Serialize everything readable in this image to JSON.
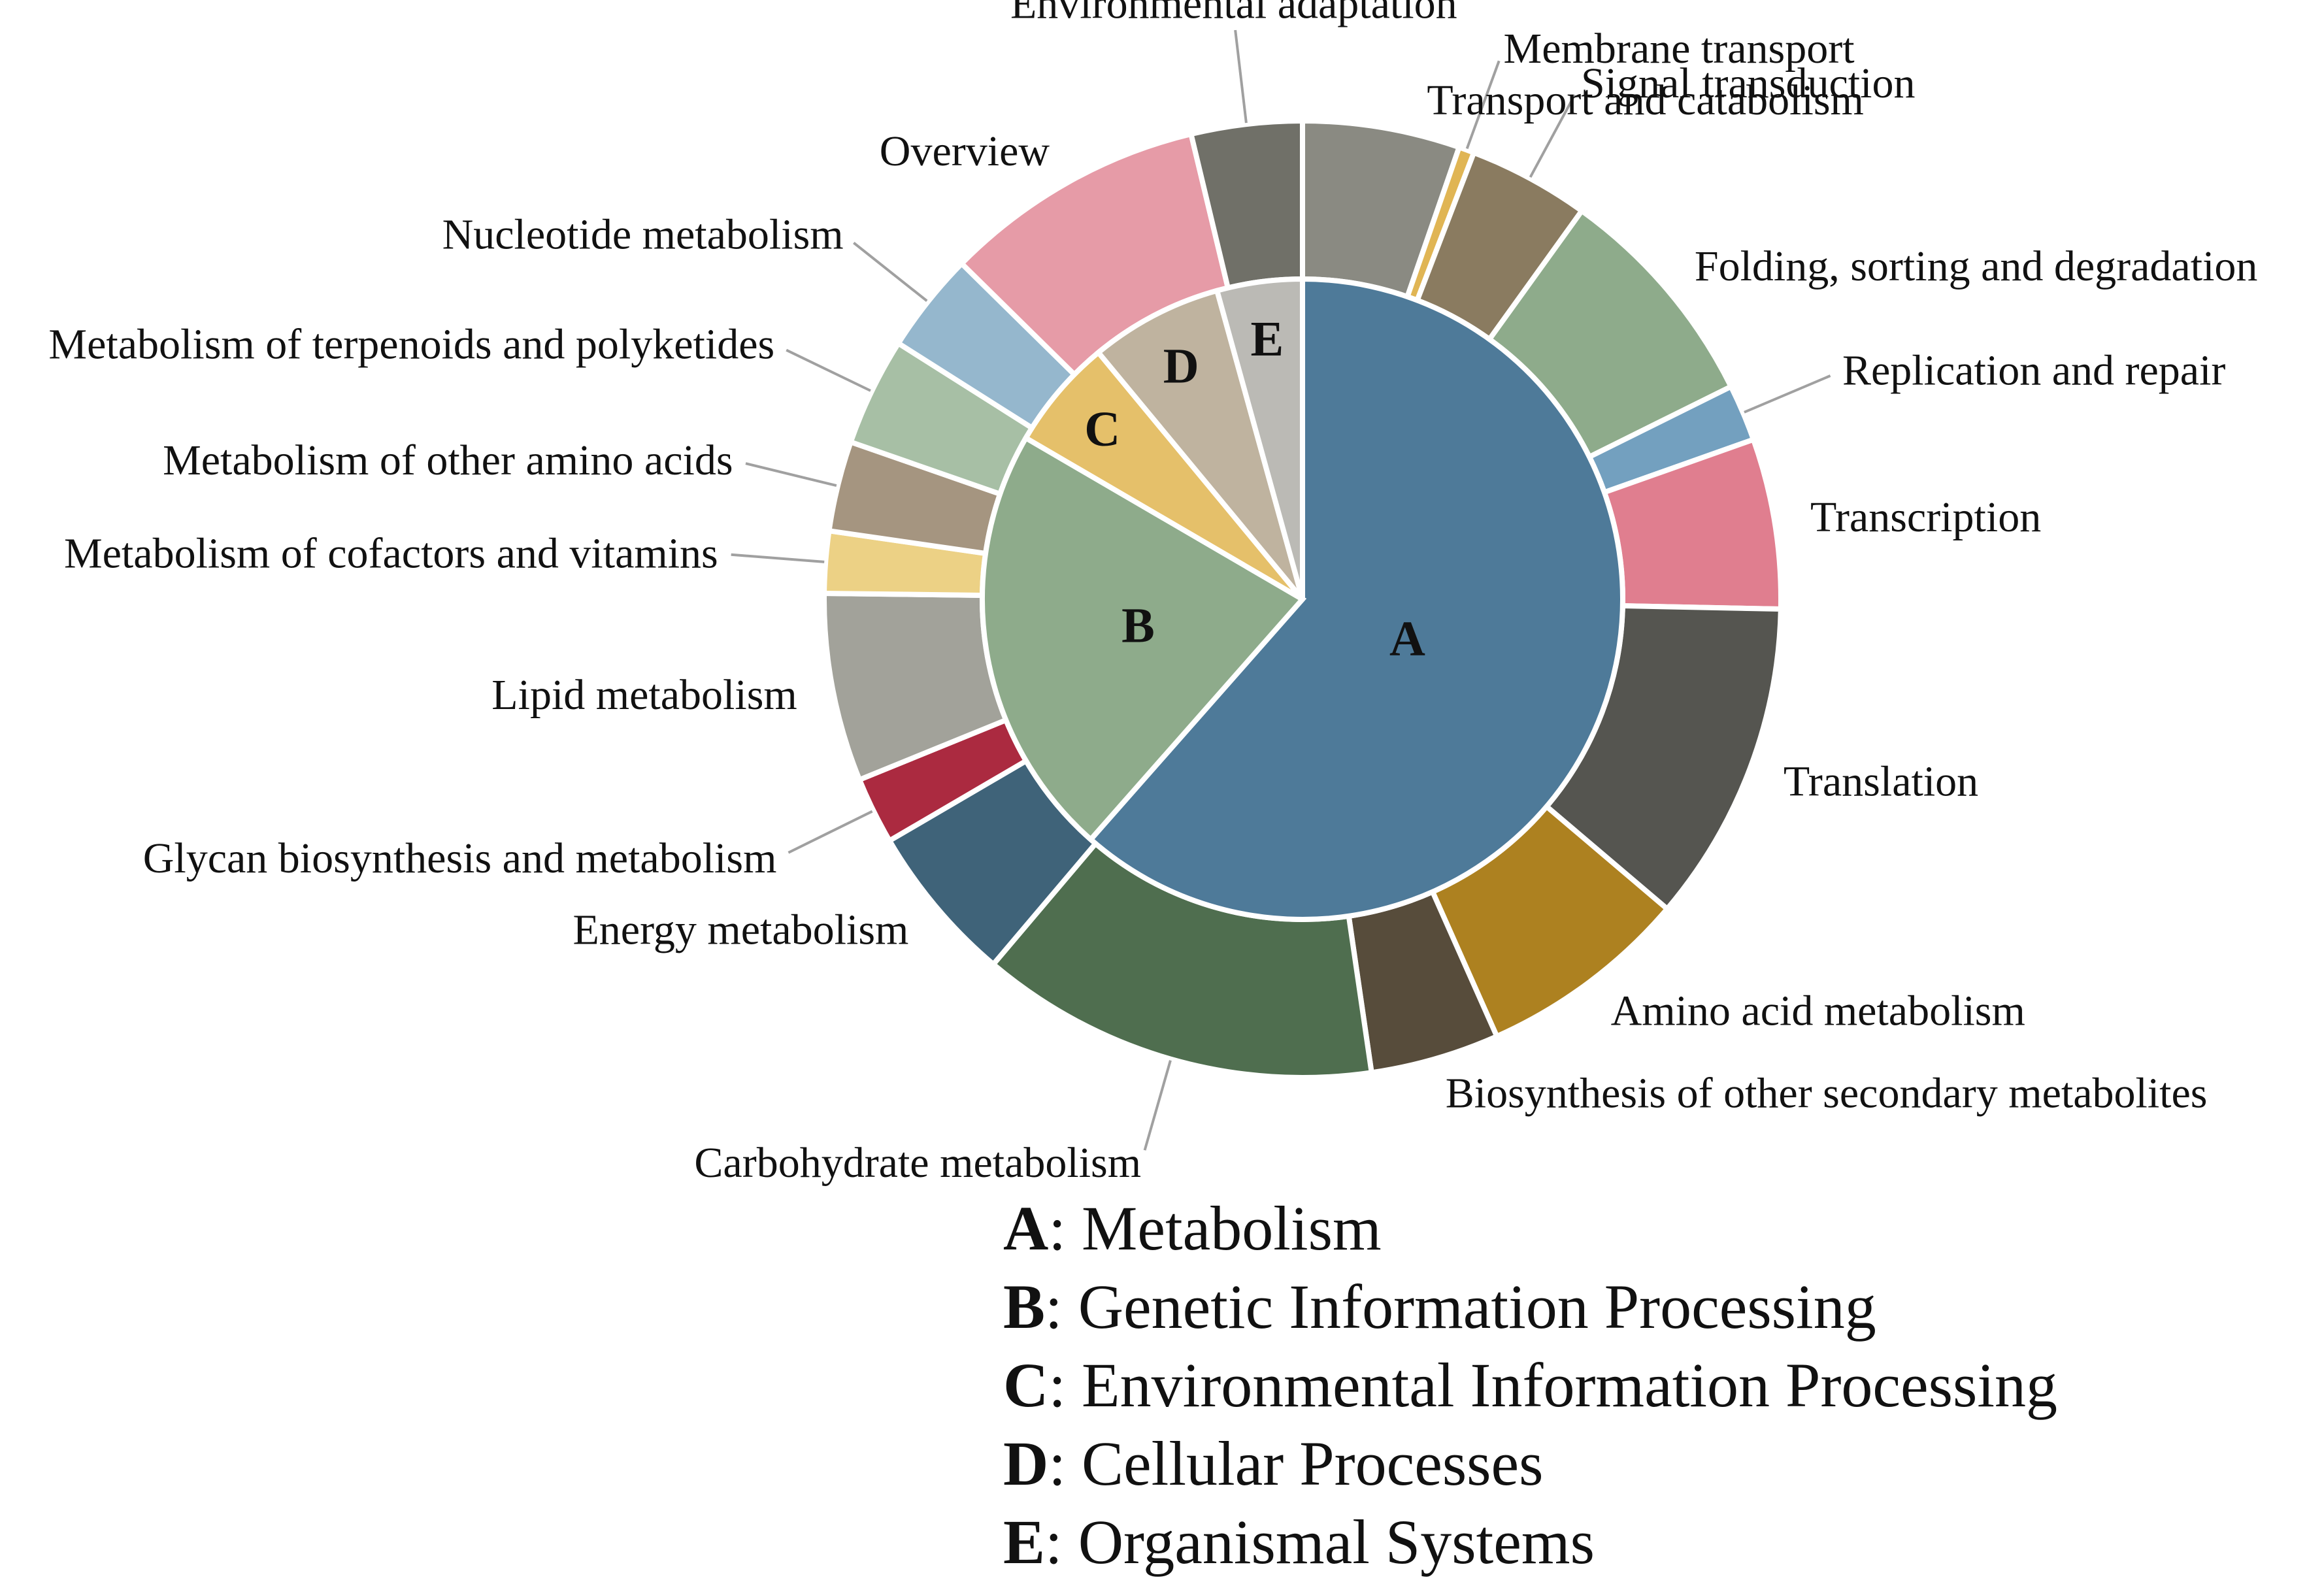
{
  "chart_data": {
    "type": "pie",
    "variant": "nested",
    "inner": {
      "slices": [
        {
          "key": "A",
          "name": "Metabolism",
          "value": 61.5,
          "color": "#4e7a99"
        },
        {
          "key": "B",
          "name": "Genetic Information Processing",
          "value": 21.9,
          "color": "#8eab8b"
        },
        {
          "key": "C",
          "name": "Environmental Information Processing",
          "value": 5.6,
          "color": "#e5c06a"
        },
        {
          "key": "D",
          "name": "Cellular Processes",
          "value": 6.7,
          "color": "#bfb39f"
        },
        {
          "key": "E",
          "name": "Organismal Systems",
          "value": 4.3,
          "color": "#bbbab5"
        }
      ]
    },
    "outer": {
      "slices": [
        {
          "name": "Transport and catabolism",
          "value": 6.1,
          "color": "#8a8a82",
          "group": "D"
        },
        {
          "name": "Membrane transport",
          "value": 0.6,
          "color": "#e0b554",
          "group": "C"
        },
        {
          "name": "Signal transduction",
          "value": 4.7,
          "color": "#8a7b60",
          "group": "C"
        },
        {
          "name": "Folding, sorting and degradation",
          "value": 8.9,
          "color": "#8eab8b",
          "group": "B"
        },
        {
          "name": "Replication and repair",
          "value": 2.2,
          "color": "#73a0bf",
          "group": "B"
        },
        {
          "name": "Transcription",
          "value": 6.6,
          "color": "#e07e8f",
          "group": "B"
        },
        {
          "name": "Translation",
          "value": 12.5,
          "color": "#555550",
          "group": "B"
        },
        {
          "name": "Amino acid metabolism",
          "value": 8.2,
          "color": "#ad8120",
          "group": "A"
        },
        {
          "name": "Biosynthesis of other secondary metabolites",
          "value": 5.0,
          "color": "#574c3b",
          "group": "A"
        },
        {
          "name": "Carbohydrate metabolism",
          "value": 15.5,
          "color": "#4f6e4f",
          "group": "A"
        },
        {
          "name": "Energy metabolism",
          "value": 6.2,
          "color": "#3f6379",
          "group": "A"
        },
        {
          "name": "Glycan biosynthesis and metabolism",
          "value": 2.6,
          "color": "#ab2a40",
          "group": "A"
        },
        {
          "name": "Lipid metabolism",
          "value": 7.3,
          "color": "#a2a29a",
          "group": "A"
        },
        {
          "name": "Metabolism of cofactors and vitamins",
          "value": 2.4,
          "color": "#ecd185",
          "group": "A"
        },
        {
          "name": "Metabolism of other amino acids",
          "value": 3.5,
          "color": "#a59580",
          "group": "A"
        },
        {
          "name": "Metabolism of terpenoids and polyketides",
          "value": 4.2,
          "color": "#a7bfa5",
          "group": "A"
        },
        {
          "name": "Nucleotide metabolism",
          "value": 3.9,
          "color": "#95b7cd",
          "group": "A"
        },
        {
          "name": "Overview",
          "value": 10.2,
          "color": "#e69ba7",
          "group": "A"
        },
        {
          "name": "Environmental adaptation",
          "value": 4.3,
          "color": "#707068",
          "group": "E"
        }
      ]
    },
    "legend": [
      {
        "key": "A",
        "sep": ": ",
        "text": "Metabolism"
      },
      {
        "key": "B",
        "sep": ": ",
        "text": "Genetic Information Processing"
      },
      {
        "key": "C",
        "sep": ": ",
        "text": "Environmental Information Processing"
      },
      {
        "key": "D",
        "sep": ": ",
        "text": "Cellular Processes"
      },
      {
        "key": "E",
        "sep": ": ",
        "text": "Organismal Systems"
      }
    ]
  }
}
